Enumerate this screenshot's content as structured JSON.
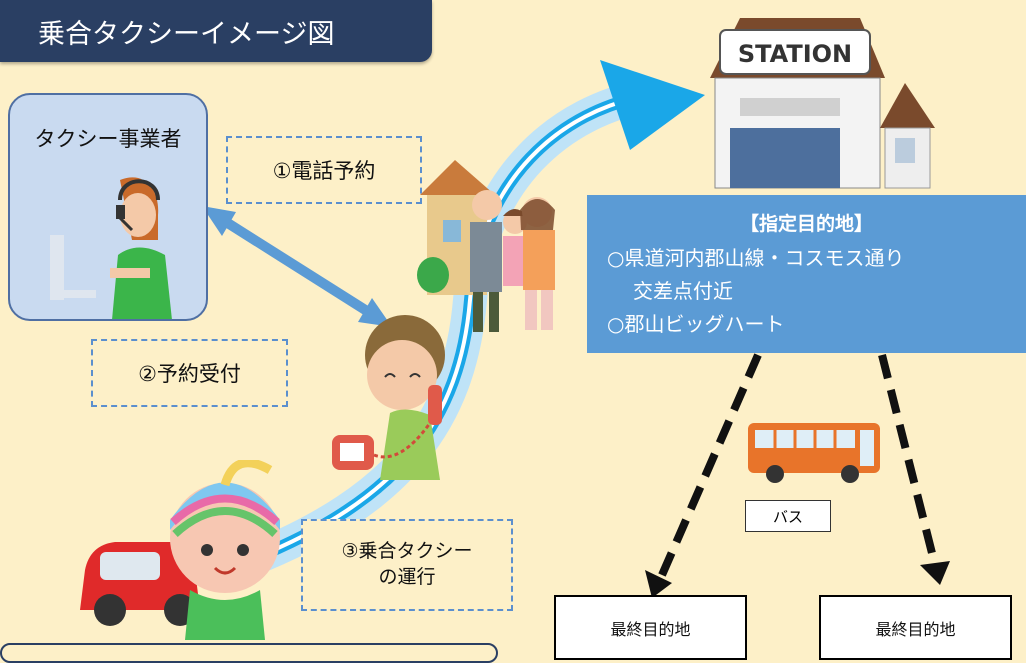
{
  "title": "乗合タクシーイメージ図",
  "operator_label": "タクシー事業者",
  "steps": {
    "reserve_call": "①電話予約",
    "reserve_accept": "②予約受付",
    "operate_line1": "③乗合タクシー",
    "operate_line2": "の運行"
  },
  "destination": {
    "heading": "【指定目的地】",
    "line1": "○県道河内郡山線・コスモス通り",
    "line2": "交差点付近",
    "line3": "○郡山ビッグハート"
  },
  "station_sign": "STATION",
  "bus_label": "バス",
  "final_destinations": [
    "最終目的地",
    "最終目的地"
  ],
  "colors": {
    "title_bg": "#2a3f63",
    "background": "#fdf0c8",
    "dest_bg": "#5b9bd5",
    "arrow": "#5b9bd5"
  }
}
